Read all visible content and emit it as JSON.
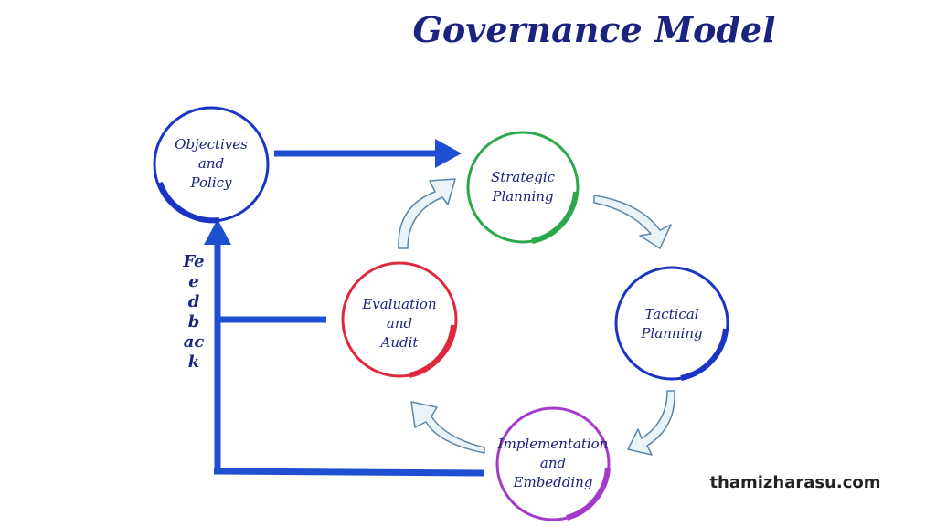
{
  "title": "Governance Model",
  "nodes": [
    {
      "id": "objectives",
      "label": "Objectives\nand\nPolicy",
      "color": "#1a35c4"
    },
    {
      "id": "strategic",
      "label": "Strategic\nPlanning",
      "color": "#2aa84a"
    },
    {
      "id": "tactical",
      "label": "Tactical\nPlanning",
      "color": "#1a35c4"
    },
    {
      "id": "implementation",
      "label": "Implementation\nand\nEmbedding",
      "color": "#a43ac9"
    },
    {
      "id": "evaluation",
      "label": "Evaluation\nand\nAudit",
      "color": "#e0283c"
    }
  ],
  "feedback_label": "Feedback",
  "website": "thamizharasu.com",
  "colors": {
    "title": "#1a237e",
    "arrow": "#1f4fd1",
    "cycle_arrow_stroke": "#5b86a8",
    "cycle_arrow_fill": "#eaf3f8"
  }
}
